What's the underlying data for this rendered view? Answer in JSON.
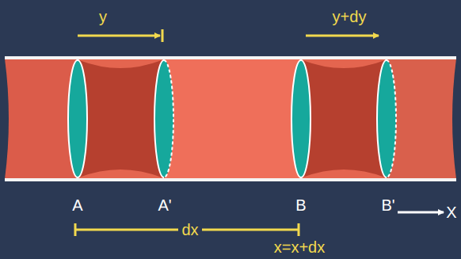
{
  "diagram": {
    "labels": [
      "y",
      "y+dy",
      "A",
      "A'",
      "B",
      "B'",
      "X",
      "dx",
      "x=x+dx"
    ]
  }
}
